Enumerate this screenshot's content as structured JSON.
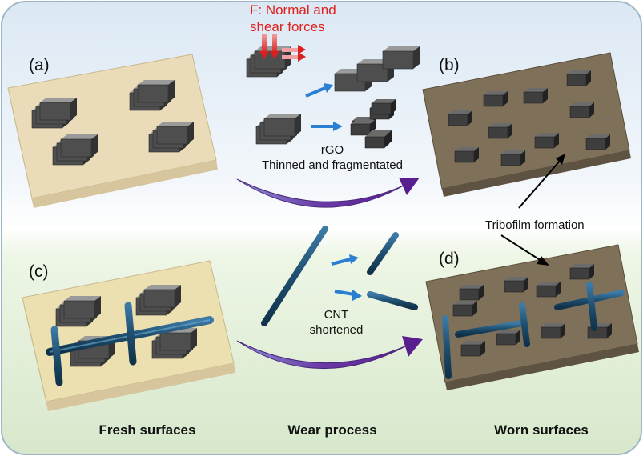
{
  "panels": {
    "a": "(a)",
    "b": "(b)",
    "c": "(c)",
    "d": "(d)"
  },
  "force_label": {
    "line1": "F: Normal and",
    "line2": "shear forces"
  },
  "rgo_label": {
    "line1": "rGO",
    "line2": "Thinned and fragmentated"
  },
  "cnt_label": {
    "line1": "CNT",
    "line2": "shortened"
  },
  "tribofilm_label": "Tribofilm formation",
  "captions": {
    "fresh": "Fresh surfaces",
    "wear": "Wear process",
    "worn": "Worn surfaces"
  },
  "colors": {
    "fresh_surface": "#e9d9b3",
    "worn_surface": "#7a6c55",
    "flake": "#5a5a5a",
    "cnt": "#1f4e6e",
    "flow_arrow": "#6a2a9a",
    "small_arrow": "#2a7fd0",
    "force_text": "#e0201c"
  }
}
